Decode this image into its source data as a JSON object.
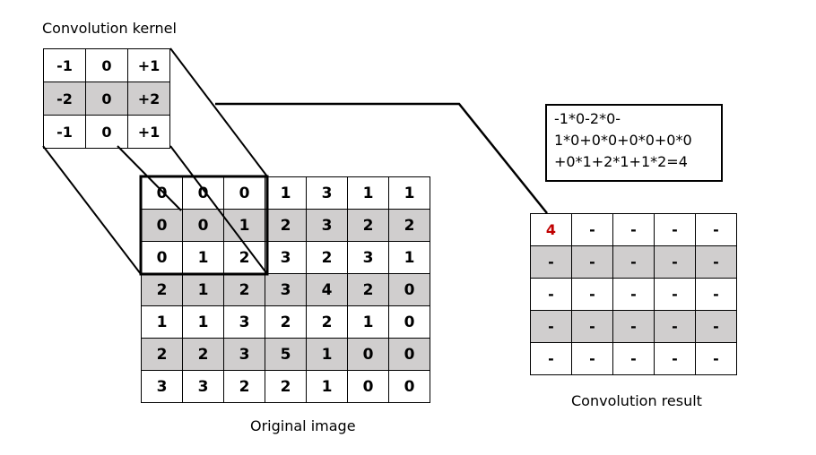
{
  "kernel": {
    "caption": "Convolution kernel",
    "rows": [
      [
        "-1",
        "0",
        "+1"
      ],
      [
        "-2",
        "0",
        "+2"
      ],
      [
        "-1",
        "0",
        "+1"
      ]
    ]
  },
  "image": {
    "caption": "Original image",
    "rows": [
      [
        "0",
        "0",
        "0",
        "1",
        "3",
        "1",
        "1"
      ],
      [
        "0",
        "0",
        "1",
        "2",
        "3",
        "2",
        "2"
      ],
      [
        "0",
        "1",
        "2",
        "3",
        "2",
        "3",
        "1"
      ],
      [
        "2",
        "1",
        "2",
        "3",
        "4",
        "2",
        "0"
      ],
      [
        "1",
        "1",
        "3",
        "2",
        "2",
        "1",
        "0"
      ],
      [
        "2",
        "2",
        "3",
        "5",
        "1",
        "0",
        "0"
      ],
      [
        "3",
        "3",
        "2",
        "2",
        "1",
        "0",
        "0"
      ]
    ]
  },
  "result": {
    "caption": "Convolution result",
    "rows": [
      [
        "4",
        "-",
        "-",
        "-",
        "-"
      ],
      [
        "-",
        "-",
        "-",
        "-",
        "-"
      ],
      [
        "-",
        "-",
        "-",
        "-",
        "-"
      ],
      [
        "-",
        "-",
        "-",
        "-",
        "-"
      ],
      [
        "-",
        "-",
        "-",
        "-",
        "-"
      ]
    ]
  },
  "formula": {
    "lines": [
      "-1*0-2*0-",
      "1*0+0*0+0*0+0*0",
      "+0*1+2*1+1*2=4"
    ]
  },
  "colors": {
    "shaded_row": "#d0cece",
    "result_highlight": "#c00000"
  }
}
